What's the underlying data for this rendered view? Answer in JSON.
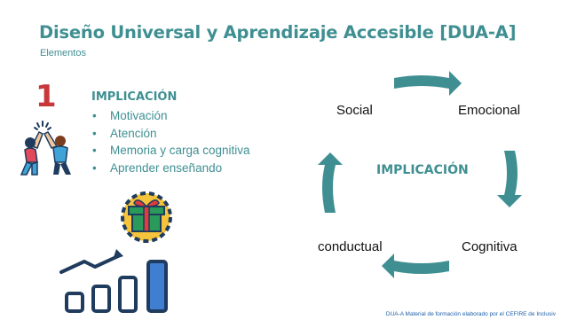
{
  "slide": {
    "title": "Diseño Universal y Aprendizaje Accesible [DUA-A]",
    "subtitle": "Elementos",
    "number": "1",
    "section_heading": "IMPLICACIÓN",
    "bullets": [
      "Motivación",
      "Atención",
      "Memoria y carga cognitiva",
      "Aprender enseñando"
    ],
    "bullet_glyph": "•"
  },
  "cycle": {
    "center": "IMPLICACIÓN",
    "labels": {
      "top_left": "Social",
      "top_right": "Emocional",
      "bottom_right": "Cognitiva",
      "bottom_left": "conductual"
    }
  },
  "icons": {
    "people": "high-five-people-icon",
    "chart": "growth-bar-chart-icon",
    "gift": "gift-icon"
  },
  "colors": {
    "teal": "#3f8f92",
    "red": "#c8373a",
    "navy": "#1f3b5e",
    "yellow": "#f6c43c",
    "footer_blue": "#1f5fa8"
  },
  "footer": "DUA-A Material de formación elaborado por el CEFIRE de Inclusiv"
}
